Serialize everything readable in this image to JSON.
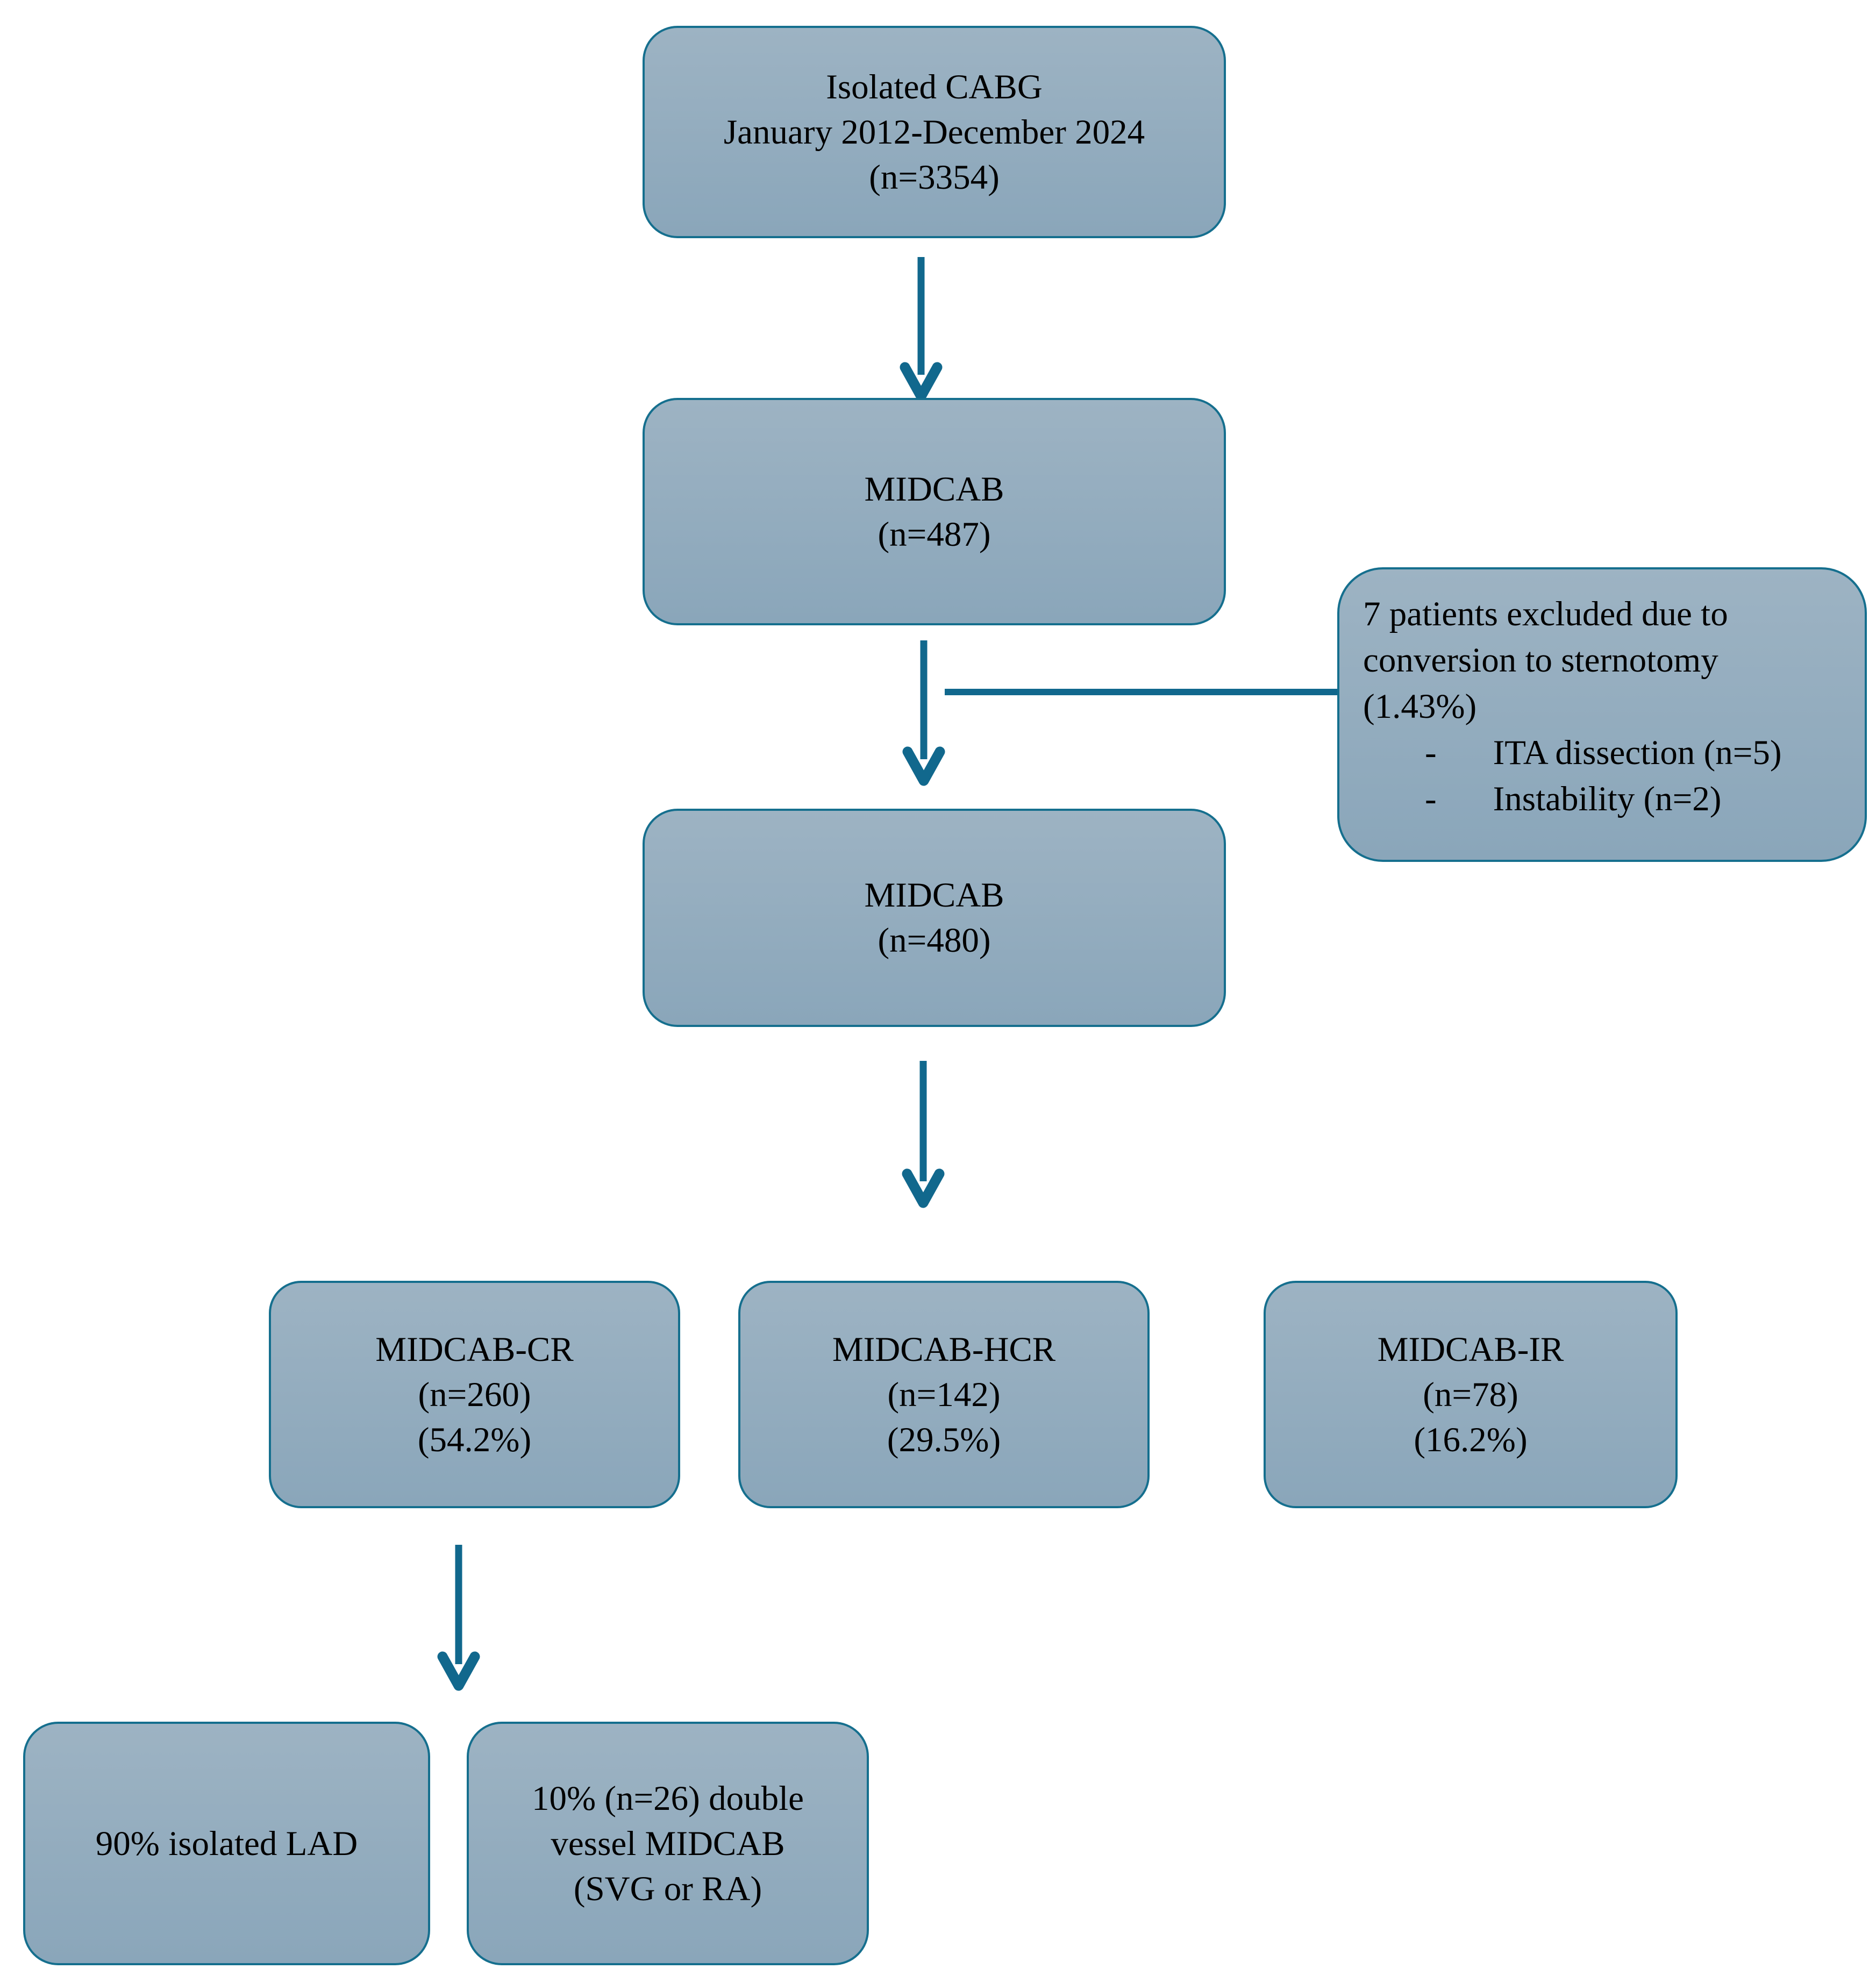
{
  "diagram": {
    "type": "flowchart",
    "colors": {
      "box_fill_top": "#9db3c3",
      "box_fill_bottom": "#8aa6ba",
      "box_border": "#156f8e",
      "arrow": "#11688d",
      "text": "#000000",
      "background": "#ffffff"
    },
    "nodes": [
      {
        "id": "isolated-cabg",
        "lines": [
          "Isolated CABG",
          "January 2012-December 2024",
          "(n=3354)"
        ]
      },
      {
        "id": "midcab-487",
        "lines": [
          "MIDCAB",
          "(n=487)"
        ]
      },
      {
        "id": "exclusion",
        "lines": [
          "7 patients excluded due to",
          "conversion to sternotomy",
          "(1.43%)"
        ],
        "bullets": [
          {
            "marker": "-",
            "text": "ITA dissection (n=5)"
          },
          {
            "marker": "-",
            "text": "Instability (n=2)"
          }
        ]
      },
      {
        "id": "midcab-480",
        "lines": [
          "MIDCAB",
          "(n=480)"
        ]
      },
      {
        "id": "midcab-cr",
        "lines": [
          "MIDCAB-CR",
          "(n=260)",
          "(54.2%)"
        ]
      },
      {
        "id": "midcab-hcr",
        "lines": [
          "MIDCAB-HCR",
          "(n=142)",
          "(29.5%)"
        ]
      },
      {
        "id": "midcab-ir",
        "lines": [
          "MIDCAB-IR",
          "(n=78)",
          "(16.2%)"
        ]
      },
      {
        "id": "isolated-lad",
        "lines": [
          "90% isolated LAD"
        ]
      },
      {
        "id": "double-vessel",
        "lines": [
          "10% (n=26) double",
          "vessel MIDCAB",
          "(SVG or RA)"
        ]
      }
    ],
    "edges": [
      {
        "from": "isolated-cabg",
        "to": "midcab-487"
      },
      {
        "from": "midcab-487",
        "to": "midcab-480"
      },
      {
        "from": "midcab-487",
        "to": "exclusion",
        "style": "side-branch"
      },
      {
        "from": "midcab-480",
        "to": "midcab-cr / midcab-hcr / midcab-ir"
      },
      {
        "from": "midcab-cr",
        "to": "isolated-lad / double-vessel"
      }
    ]
  }
}
